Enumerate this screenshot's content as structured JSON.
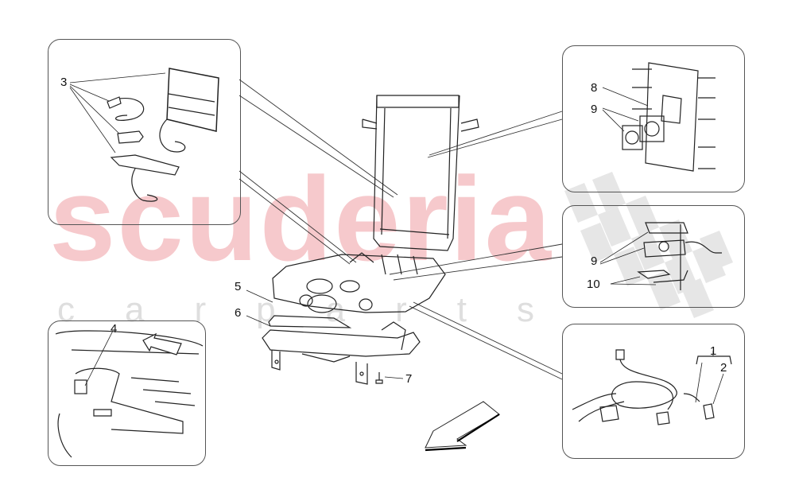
{
  "watermark": {
    "main": "scuderia",
    "sub": [
      "c",
      "a",
      "r",
      "p",
      "a",
      "r",
      "t",
      "s"
    ],
    "main_color": "#f6c9cc",
    "sub_color": "#dedede"
  },
  "callouts": {
    "c1": "1",
    "c2": "2",
    "c3": "3",
    "c4": "4",
    "c5": "5",
    "c6": "6",
    "c7": "7",
    "c8": "8",
    "c9a": "9",
    "c9b": "9",
    "c10": "10"
  },
  "panels": [
    {
      "id": "panel-lights-mats",
      "parts": [
        "3"
      ]
    },
    {
      "id": "panel-fan-frame",
      "parts": [
        "8",
        "9"
      ]
    },
    {
      "id": "panel-fan-bracket",
      "parts": [
        "9",
        "10"
      ]
    },
    {
      "id": "panel-wiring-harness",
      "parts": [
        "1",
        "2"
      ]
    },
    {
      "id": "panel-door-switch",
      "parts": [
        "4"
      ]
    }
  ],
  "center": {
    "parts": [
      "5",
      "6",
      "7"
    ]
  },
  "icons": {
    "direction_arrow": "arrow-down-left-icon",
    "door_arrow": "arrow-up-right-icon"
  },
  "colors": {
    "line": "#222222",
    "panel_border": "#555555",
    "checker": "#e6e6e6"
  }
}
